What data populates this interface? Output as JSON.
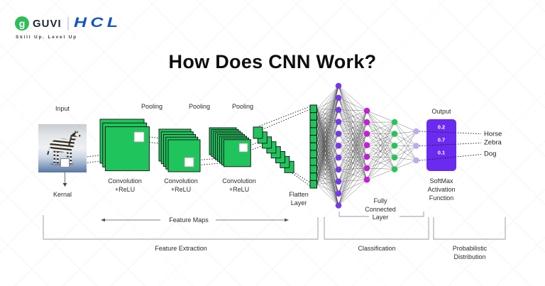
{
  "header": {
    "icon": "g",
    "brand_guvi": "GUVI",
    "brand_hcl": "HCL",
    "tagline": "Skill Up. Level Up"
  },
  "title": "How Does CNN Work?",
  "labels": {
    "input": "Input",
    "kernal": "Kernal",
    "pooling": [
      "Pooling",
      "Pooling",
      "Pooling"
    ],
    "conv_relu": {
      "line1": "Convolution",
      "line2": "+ReLU"
    },
    "flatten": {
      "line1": "Flatten",
      "line2": "Layer"
    },
    "fully_connected": {
      "line1": "Fully",
      "line2": "Connected",
      "line3": "Layer"
    },
    "feature_maps": "Feature Maps",
    "feature_extraction": "Feature Extraction",
    "classification": "Classification",
    "probabilistic": {
      "line1": "Probabilistic",
      "line2": "Distribution"
    },
    "output": "Output",
    "softmax": {
      "line1": "SoftMax",
      "line2": "Activation",
      "line3": "Function"
    }
  },
  "outputs": [
    {
      "value": "0.2",
      "label": "Horse"
    },
    {
      "value": "0.7",
      "label": "Zebra"
    },
    {
      "value": "0.1",
      "label": "Dog"
    }
  ],
  "feature_extraction": {
    "conv_stacks": [
      {
        "maps": 3
      },
      {
        "maps": 5
      },
      {
        "maps": 8
      }
    ],
    "pooled_maps": 8,
    "flatten_cells": 11
  },
  "network_layers": [
    {
      "name": "dense-1",
      "nodes": 11,
      "color": "#7638e8"
    },
    {
      "name": "dense-2",
      "nodes": 7,
      "color": "#c21fd6"
    },
    {
      "name": "dense-3",
      "nodes": 5,
      "color": "#29c457"
    },
    {
      "name": "pre-output",
      "nodes": 3,
      "color": "#c0a9f1"
    }
  ],
  "colors": {
    "map-green": "#1fc55c",
    "map-border": "#1c1c1c",
    "output-box": "#6b2af0",
    "guvi-green": "#2ebd59",
    "hcl-blue": "#1254c8",
    "wire-gray": "#3f3f3f",
    "bracket-gray": "#abb1b7",
    "dotted-black": "#222222"
  }
}
